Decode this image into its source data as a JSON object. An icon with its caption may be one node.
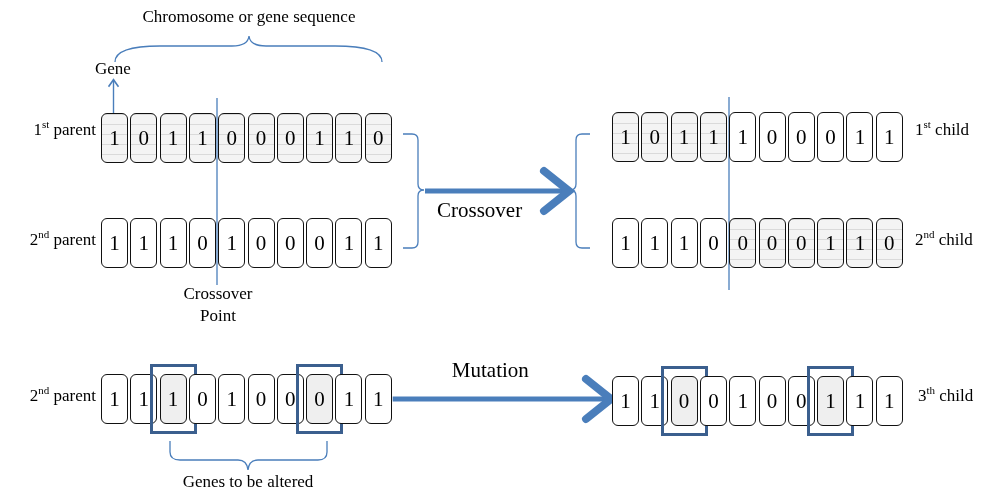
{
  "diagram": {
    "nodes": [
      {
        "text": [
          "Gene"
        ]
      },
      {
        "text": [
          "1"
        ]
      },
      {
        "text": [
          "0"
        ]
      },
      {
        "text": [
          "1"
        ]
      },
      {
        "text": [
          "1"
        ]
      },
      {
        "text": [
          "0"
        ]
      },
      {
        "text": [
          "0"
        ]
      },
      {
        "text": [
          "0"
        ]
      },
      {
        "text": [
          "1"
        ]
      },
      {
        "text": [
          "1"
        ]
      },
      {
        "text": [
          "0"
        ]
      },
      {
        "text": [
          "1"
        ]
      },
      {
        "text": [
          "0"
        ]
      },
      {
        "text": [
          "1"
        ]
      },
      {
        "text": [
          "1"
        ]
      },
      {
        "text": [
          "1"
        ]
      },
      {
        "text": [
          "0"
        ]
      },
      {
        "text": [
          "0"
        ]
      },
      {
        "text": [
          "0"
        ]
      },
      {
        "text": [
          "1"
        ]
      },
      {
        "text": [
          "1"
        ]
      },
      {
        "text": [
          "1"
        ]
      },
      {
        "text": [
          "1"
        ]
      },
      {
        "text": [
          "1"
        ]
      },
      {
        "text": [
          "0"
        ]
      },
      {
        "text": [
          "1"
        ]
      },
      {
        "text": [
          "0"
        ]
      },
      {
        "text": [
          "0"
        ]
      },
      {
        "text": [
          "0"
        ]
      },
      {
        "text": [
          "1"
        ]
      },
      {
        "text": [
          "1"
        ]
      },
      {
        "text": [
          "1"
        ]
      },
      {
        "text": [
          "1"
        ]
      },
      {
        "text": [
          "1"
        ]
      },
      {
        "text": [
          "0"
        ]
      },
      {
        "text": [
          "0"
        ]
      },
      {
        "text": [
          "0"
        ]
      },
      {
        "text": [
          "0"
        ]
      },
      {
        "text": [
          "1"
        ]
      },
      {
        "text": [
          "1"
        ]
      },
      {
        "text": [
          "0"
        ]
      },
      {
        "text": [
          "1"
        ]
      },
      {
        "text": [
          "1"
        ]
      },
      {
        "text": [],
        "shape": "box"
      },
      {
        "text": [
          "1"
        ],
        "in": 43
      },
      {
        "text": [
          "0"
        ]
      },
      {
        "text": [
          "1"
        ]
      },
      {
        "text": [
          "0"
        ]
      },
      {
        "text": [
          "0"
        ]
      },
      {
        "text": [],
        "shape": "box"
      },
      {
        "text": [
          "0"
        ],
        "in": 49
      },
      {
        "text": [
          "1"
        ]
      },
      {
        "text": [
          "1"
        ]
      },
      {
        "text": [
          "1"
        ]
      },
      {
        "text": [
          "1"
        ]
      },
      {
        "text": [],
        "shape": "box"
      },
      {
        "text": [
          "0"
        ],
        "in": 55
      },
      {
        "text": [
          "0"
        ]
      },
      {
        "text": [
          "1"
        ]
      },
      {
        "text": [
          "0"
        ]
      },
      {
        "text": [
          "0"
        ]
      },
      {
        "text": [],
        "shape": "box"
      },
      {
        "text": [
          "1"
        ],
        "in": 61
      },
      {
        "text": [
          "1"
        ]
      },
      {
        "text": [
          "1"
        ]
      },
      {
        "text": [],
        "shape": "brace"
      },
      {
        "text": [],
        "shape": "brace"
      }
    ],
    "edges": [
      {
        "from": 1,
        "to": 0,
        "arrow": "to"
      },
      {
        "from": 65,
        "to": 66,
        "arrow": "to",
        "label": "Crossover"
      },
      {
        "from": 52,
        "to": 53,
        "arrow": "to",
        "label": "Mutation"
      }
    ],
    "labels": [
      "Chromosome or gene sequence",
      "1$^{st}$ parent",
      "1$^{st}$ child",
      "2$^{nd}$ parent",
      "2$^{nd}$ child",
      "Crossover Point",
      "2$^{nd}$ parent",
      "3$^{th}$ child",
      "Genes to be altered"
    ]
  }
}
